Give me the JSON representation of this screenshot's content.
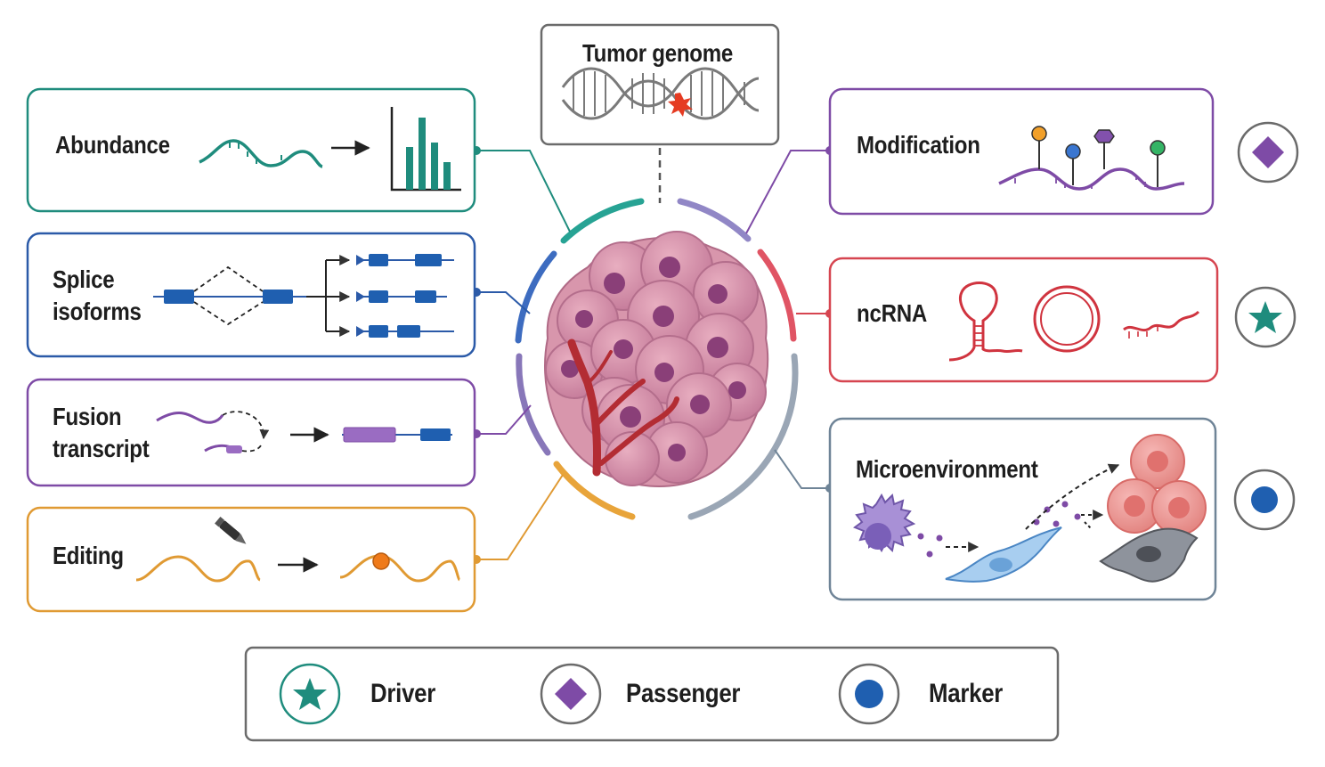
{
  "genome": {
    "title": "Tumor genome"
  },
  "panels": {
    "abundance": {
      "label": "Abundance",
      "color": "#1f8c7d"
    },
    "splice": {
      "label_line1": "Splice",
      "label_line2": "isoforms",
      "color": "#2b5aa8"
    },
    "fusion": {
      "label_line1": "Fusion",
      "label_line2": "transcript",
      "color": "#7e4ba6"
    },
    "editing": {
      "label": "Editing",
      "color": "#e09a33"
    },
    "modification": {
      "label": "Modification",
      "color": "#7e4ba6"
    },
    "ncrna": {
      "label": "ncRNA",
      "color": "#d64550"
    },
    "microenvironment": {
      "label": "Microenvironment",
      "color": "#6f8497"
    }
  },
  "side_icons": [
    {
      "icon": "diamond-icon",
      "category": "Passenger"
    },
    {
      "icon": "star-icon",
      "category": "Driver"
    },
    {
      "icon": "dot-icon",
      "category": "Marker"
    }
  ],
  "legend": {
    "items": [
      {
        "icon": "star-icon",
        "label": "Driver",
        "color": "#1f8c7d"
      },
      {
        "icon": "diamond-icon",
        "label": "Passenger",
        "color": "#7e4ba6"
      },
      {
        "icon": "dot-icon",
        "label": "Marker",
        "color": "#1f5fb0"
      }
    ]
  }
}
